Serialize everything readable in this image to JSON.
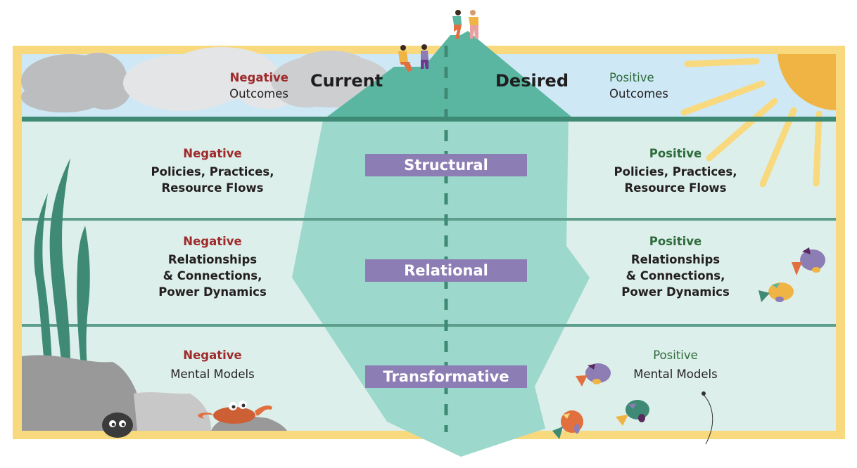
{
  "title": "Iceberg: Current vs Desired",
  "columns": {
    "current": "Current",
    "desired": "Desired"
  },
  "colors": {
    "frame": "#f9d97e",
    "sky": "#cfe8f5",
    "water": "#ddefea",
    "iceberg_top": "#5ab6a1",
    "iceberg_bottom": "#9dd8cc",
    "divider": "#3f8a74",
    "label_bg": "#8c7db5",
    "negative": "#9e2a2b",
    "positive": "#2e6b3c",
    "sun": "#f0b445"
  },
  "outcomes": {
    "negative": {
      "tag": "Negative",
      "text": "Outcomes"
    },
    "positive": {
      "tag": "Positive",
      "text": "Outcomes"
    }
  },
  "levels": [
    {
      "label": "Structural",
      "negative": {
        "tag": "Negative",
        "lines": [
          "Policies, Practices,",
          "Resource Flows"
        ]
      },
      "positive": {
        "tag": "Positive",
        "lines": [
          "Policies, Practices,",
          "Resource Flows"
        ]
      }
    },
    {
      "label": "Relational",
      "negative": {
        "tag": "Negative",
        "lines": [
          "Relationships",
          "& Connections,",
          "Power Dynamics"
        ]
      },
      "positive": {
        "tag": "Positive",
        "lines": [
          "Relationships",
          "& Connections,",
          "Power Dynamics"
        ]
      }
    },
    {
      "label": "Transformative",
      "negative": {
        "tag": "Negative",
        "lines": [
          "Mental Models"
        ]
      },
      "positive": {
        "tag": "Positive",
        "lines": [
          "Mental Models"
        ]
      }
    }
  ],
  "illustrations": [
    "cloud-icon",
    "sun-icon",
    "iceberg-icon",
    "people-icon",
    "seaweed-icon",
    "rock-icon",
    "crab-icon",
    "fish-icon",
    "fishing-line-icon"
  ]
}
